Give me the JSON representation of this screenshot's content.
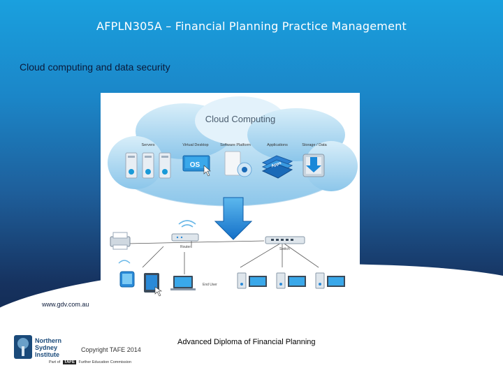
{
  "slide": {
    "title": "AFPLN305A – Financial Planning Practice Management",
    "subtitle": "Cloud computing and data security",
    "credit": "www.gdv.com.au"
  },
  "diagram": {
    "cloud_title": "Cloud Computing",
    "services": [
      "Servers",
      "Virtual Desktop",
      "Software Platform",
      "Applications",
      "Storage / Data"
    ],
    "os_label": "OS",
    "apps_label": "Apps",
    "router_label": "Router",
    "switch_label": "Switch",
    "end_user_label": "End User"
  },
  "footer": {
    "logo_lines": [
      "Northern",
      "Sydney",
      "Institute"
    ],
    "copyright": "Copyright TAFE 2014",
    "course": "Advanced Diploma of Financial Planning",
    "part_of_prefix": "Part of",
    "tafe": "TAFE",
    "part_of_suffix": "Further Education Commission"
  },
  "colors": {
    "brand_blue": "#1aa0de",
    "deep_navy": "#122a52",
    "arrow_blue": "#1e88d8"
  }
}
